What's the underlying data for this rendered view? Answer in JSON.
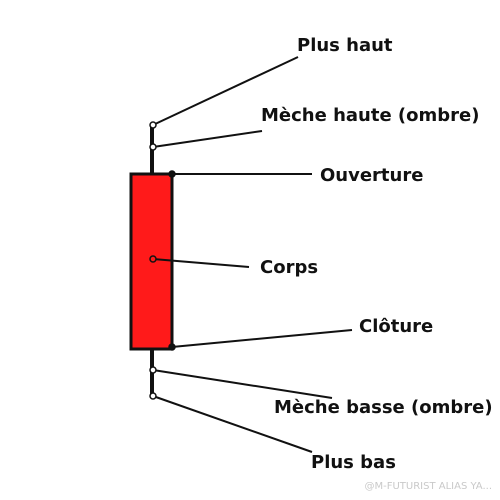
{
  "diagram": {
    "colors": {
      "body_fill": "#ff1a1a",
      "line": "#111111"
    },
    "labels": {
      "high": "Plus haut",
      "upper_wick": "Mèche haute (ombre)",
      "open": "Ouverture",
      "body": "Corps",
      "close": "Clôture",
      "lower_wick": "Mèche basse (ombre)",
      "low": "Plus bas"
    }
  },
  "watermark": "@M-FUTURIST ALIAS YA..."
}
